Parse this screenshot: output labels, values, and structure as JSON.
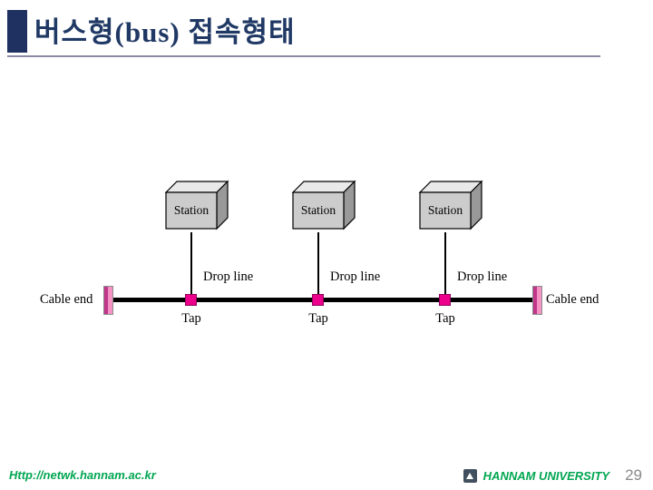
{
  "title": {
    "text": "버스형(bus) 접속형태"
  },
  "diagram": {
    "stations": [
      {
        "label": "Station",
        "drop_line": "Drop line",
        "tap": "Tap"
      },
      {
        "label": "Station",
        "drop_line": "Drop line",
        "tap": "Tap"
      },
      {
        "label": "Station",
        "drop_line": "Drop line",
        "tap": "Tap"
      }
    ],
    "cable_ends": {
      "left": "Cable end",
      "right": "Cable end"
    },
    "colors": {
      "tap": "#ec008c",
      "cable_end_pink": "#f492c4",
      "box_front": "#cccccc",
      "box_top": "#e9e9e9",
      "box_side": "#999999",
      "bus_line": "#000000",
      "title_navy": "#1f3864",
      "footer_green": "#00a651"
    }
  },
  "footer": {
    "url": "Http://netwk.hannam.ac.kr",
    "university": "HANNAM UNIVERSITY",
    "page_number": "29"
  }
}
